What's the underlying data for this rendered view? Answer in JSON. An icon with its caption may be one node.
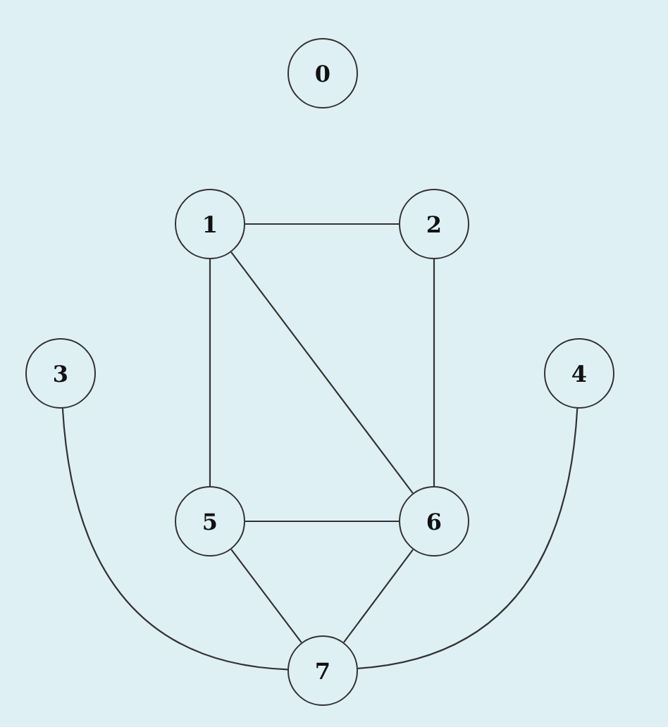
{
  "diagram": {
    "nodes": [
      {
        "text": [
          "0"
        ]
      },
      {
        "text": [
          "1"
        ]
      },
      {
        "text": [
          "2"
        ]
      },
      {
        "text": [
          "3"
        ]
      },
      {
        "text": [
          "4"
        ]
      },
      {
        "text": [
          "5"
        ]
      },
      {
        "text": [
          "6"
        ]
      },
      {
        "text": [
          "7"
        ]
      }
    ],
    "edges": [
      {
        "from": 1,
        "to": 2,
        "arrow": "none"
      },
      {
        "from": 1,
        "to": 5,
        "arrow": "none"
      },
      {
        "from": 1,
        "to": 6,
        "arrow": "none"
      },
      {
        "from": 2,
        "to": 6,
        "arrow": "none"
      },
      {
        "from": 5,
        "to": 6,
        "arrow": "none"
      },
      {
        "from": 5,
        "to": 7,
        "arrow": "none"
      },
      {
        "from": 6,
        "to": 7,
        "arrow": "none"
      },
      {
        "from": 3,
        "to": 7,
        "arrow": "none"
      },
      {
        "from": 4,
        "to": 7,
        "arrow": "none"
      }
    ]
  }
}
